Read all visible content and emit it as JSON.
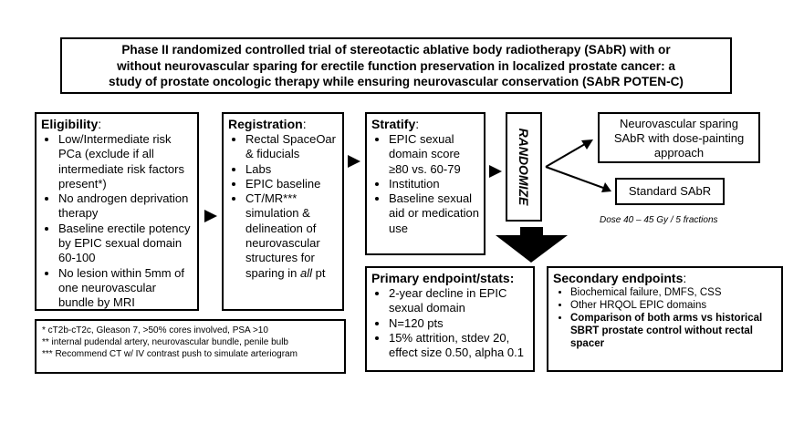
{
  "title_lines": [
    "Phase II randomized controlled trial of stereotactic ablative body radiotherapy (SAbR) with or",
    "without neurovascular sparing for erectile function preservation in localized prostate cancer: a",
    "study of prostate oncologic therapy while ensuring neurovascular conservation (SAbR POTEN-C)"
  ],
  "eligibility": {
    "header": "Eligibility",
    "header_suffix": ":",
    "items": [
      "Low/Intermediate risk PCa (exclude if all intermediate risk factors present*)",
      "No androgen deprivation therapy",
      "Baseline erectile potency by EPIC sexual domain 60-100",
      "No lesion within 5mm of one neurovascular bundle by MRI"
    ]
  },
  "registration": {
    "header": "Registration",
    "header_suffix": ":",
    "items": [
      "Rectal SpaceOar & fiducials",
      "Labs",
      "EPIC baseline",
      "CT/MR*** simulation & delineation of neurovascular structures for sparing in"
    ],
    "last_item_emphasis": "all",
    "last_item_tail": " pt"
  },
  "stratify": {
    "header": "Stratify",
    "header_suffix": ":",
    "items": [
      "EPIC sexual domain score ≥80 vs. 60-79",
      "Institution",
      "Baseline sexual aid or medication use"
    ]
  },
  "randomize": "RANDOMIZE",
  "arms": {
    "neurovascular": "Neurovascular sparing SAbR with dose-painting approach",
    "standard": "Standard SAbR",
    "dose": "Dose 40 – 45 Gy / 5 fractions"
  },
  "primary": {
    "header": "Primary endpoint/stats:",
    "items": [
      "2-year decline in EPIC sexual domain",
      "N=120 pts",
      "15% attrition, stdev 20, effect size 0.50, alpha 0.1"
    ]
  },
  "secondary": {
    "header": "Secondary endpoints",
    "header_suffix": ":",
    "items": [
      "Biochemical failure, DMFS, CSS",
      "Other HRQOL EPIC domains",
      "Comparison of both arms vs historical SBRT prostate control without rectal spacer"
    ]
  },
  "footnotes": [
    "* cT2b-cT2c, Gleason 7, >50% cores involved, PSA >10",
    "** internal pudendal artery, neurovascular bundle, penile bulb",
    "*** Recommend CT w/ IV contrast push to simulate arteriogram"
  ],
  "colors": {
    "border": "#000000",
    "background": "#ffffff"
  }
}
